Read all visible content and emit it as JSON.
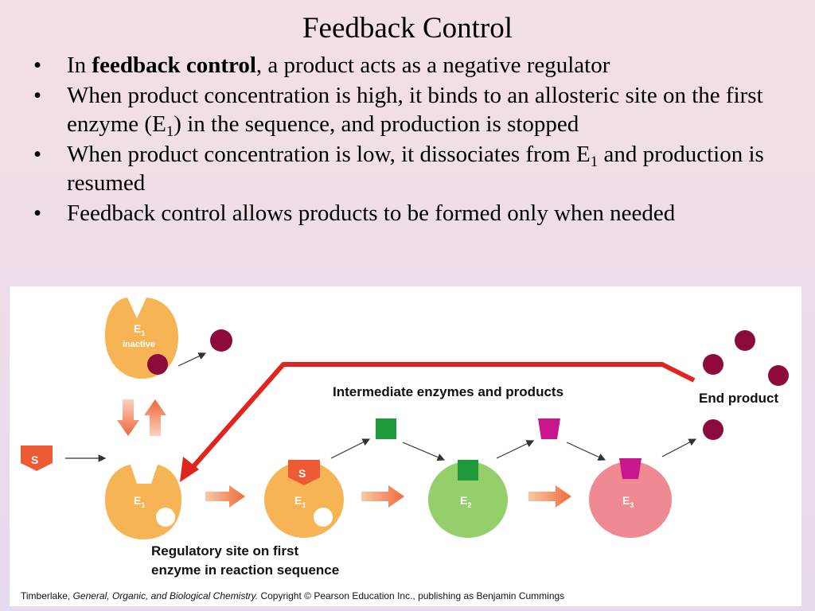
{
  "title": "Feedback Control",
  "bullets": {
    "b1_pre": "In ",
    "b1_bold": "feedback control",
    "b1_post": ", a product acts as a negative regulator",
    "b2_a": "When product concentration is high, it binds to an allosteric site on the first enzyme (E",
    "b2_sub": "1",
    "b2_b": ") in the sequence, and production is stopped",
    "b3_a": "When product concentration is low, it dissociates from E",
    "b3_sub": "1",
    "b3_b": " and production is resumed",
    "b4": "Feedback control allows products to be formed only when needed"
  },
  "figure": {
    "e1_inactive_label": "E",
    "e1_inactive_sub": "1",
    "inactive_text": "inactive",
    "intermediate_label": "Intermediate enzymes and products",
    "end_product_label": "End product",
    "substrate_label": "S",
    "substrate_label_bound": "S",
    "e1_label": "E",
    "e1_sub": "1",
    "e1b_label": "E",
    "e1b_sub": "1",
    "e2_label": "E",
    "e2_sub": "2",
    "e3_label": "E",
    "e3_sub": "3",
    "reg_site_line1": "Regulatory site on first",
    "reg_site_line2": "enzyme in reaction sequence",
    "colors": {
      "enzyme_orange": "#f7b454",
      "enzyme_green": "#95cf6b",
      "enzyme_pink": "#ef8a92",
      "substrate_red": "#ee5a33",
      "product_maroon": "#8c0b3c",
      "intermediate_green": "#1e9a3b",
      "intermediate_magenta": "#c8178c",
      "feedback_red": "#e0251f"
    }
  },
  "credit": {
    "pre": "Timberlake, ",
    "italic": "General, Organic, and Biological Chemistry.",
    "post": " Copyright © Pearson Education Inc., publishing as Benjamin Cummings"
  }
}
